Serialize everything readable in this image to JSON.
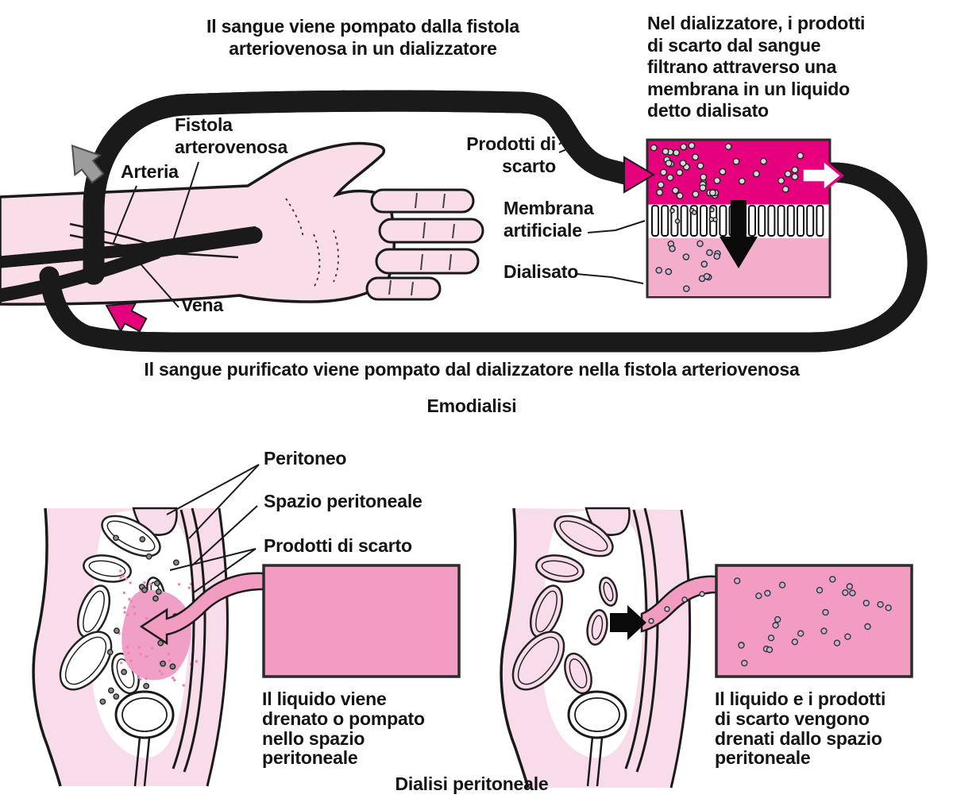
{
  "hemodialysis": {
    "caption_in": "Il sangue viene pompato dalla fistola\narteriovenosa in un dializzatore",
    "caption_dialyzer": "Nel dializzatore, i prodotti\ndi scarto dal sangue\nfiltrano attraverso una\nmembrana in un liquido\ndetto dialisato",
    "caption_out": "Il sangue purificato viene pompato dal dializzatore nella fistola arteriovenosa",
    "title": "Emodialisi",
    "labels": {
      "fistola": "Fistola\narterovenosa",
      "arteria": "Arteria",
      "vena": "Vena",
      "prodotti_scarto": "Prodotti di\nscarto",
      "membrana": "Membrana\nartificiale",
      "dialisato": "Dialisato"
    }
  },
  "peritoneal": {
    "labels": {
      "peritoneo": "Peritoneo",
      "spazio_peritoneale": "Spazio peritoneale",
      "prodotti_scarto": "Prodotti di scarto"
    },
    "caption_infuse": "Il liquido viene\ndrenato o pompato\nnello spazio\nperitoneale",
    "caption_drain": "Il liquido e i prodotti\ndi scarto vengono\ndrenati dallo spazio\nperitoneale",
    "title": "Dialisi peritoneale"
  },
  "colors": {
    "blood_magenta": "#e6007e",
    "skin_pink": "#f9dee9",
    "fluid_pink": "#f29cc1",
    "dialysate_pink": "#f2aecb",
    "vessel_gray": "#aeaeae",
    "outline_black": "#1a1a1a"
  }
}
